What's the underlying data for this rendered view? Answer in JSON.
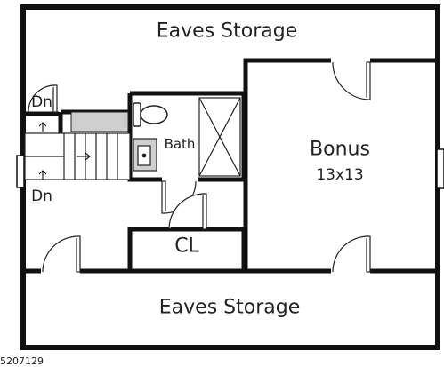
{
  "rooms": {
    "eaves_top": "Eaves Storage",
    "eaves_bottom": "Eaves Storage",
    "bonus_name": "Bonus",
    "bonus_size": "13x13",
    "bath": "Bath",
    "closet": "CL",
    "stairs_down_top": "Dn",
    "stairs_down_bottom": "Dn"
  },
  "footer": {
    "listing_id": "5207129"
  },
  "colors": {
    "wall": "#111111",
    "fixture": "#222222",
    "counter": "#cfcfcf",
    "background": "#ffffff"
  }
}
